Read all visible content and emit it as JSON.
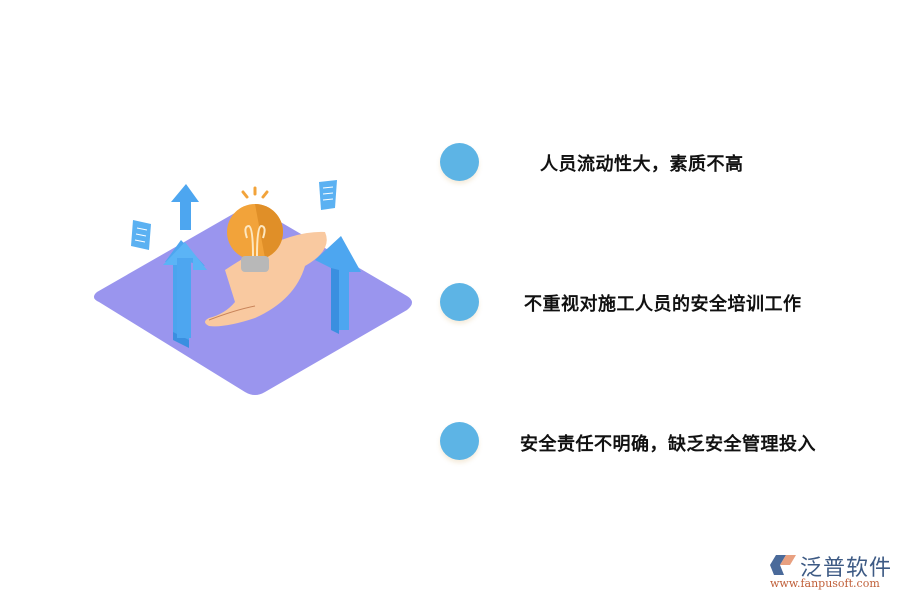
{
  "illustration": {
    "description": "isometric purple platform with hand holding lightbulb and blue up arrows",
    "colors": {
      "platform": "#9A95EE",
      "arrow": "#4DA6F0",
      "bulb": "#F2A33A",
      "hand": "#F9C9A0",
      "paper": "#5BB1F2"
    }
  },
  "items": [
    {
      "label": "人员流动性大，素质不高"
    },
    {
      "label": "不重视对施工人员的安全培训工作"
    },
    {
      "label": "安全责任不明确，缺乏安全管理投入"
    }
  ],
  "colors": {
    "dot": "#5DB4E5",
    "text": "#111111"
  },
  "logo": {
    "name": "泛普软件",
    "url": "www.fanpusoft.com"
  }
}
